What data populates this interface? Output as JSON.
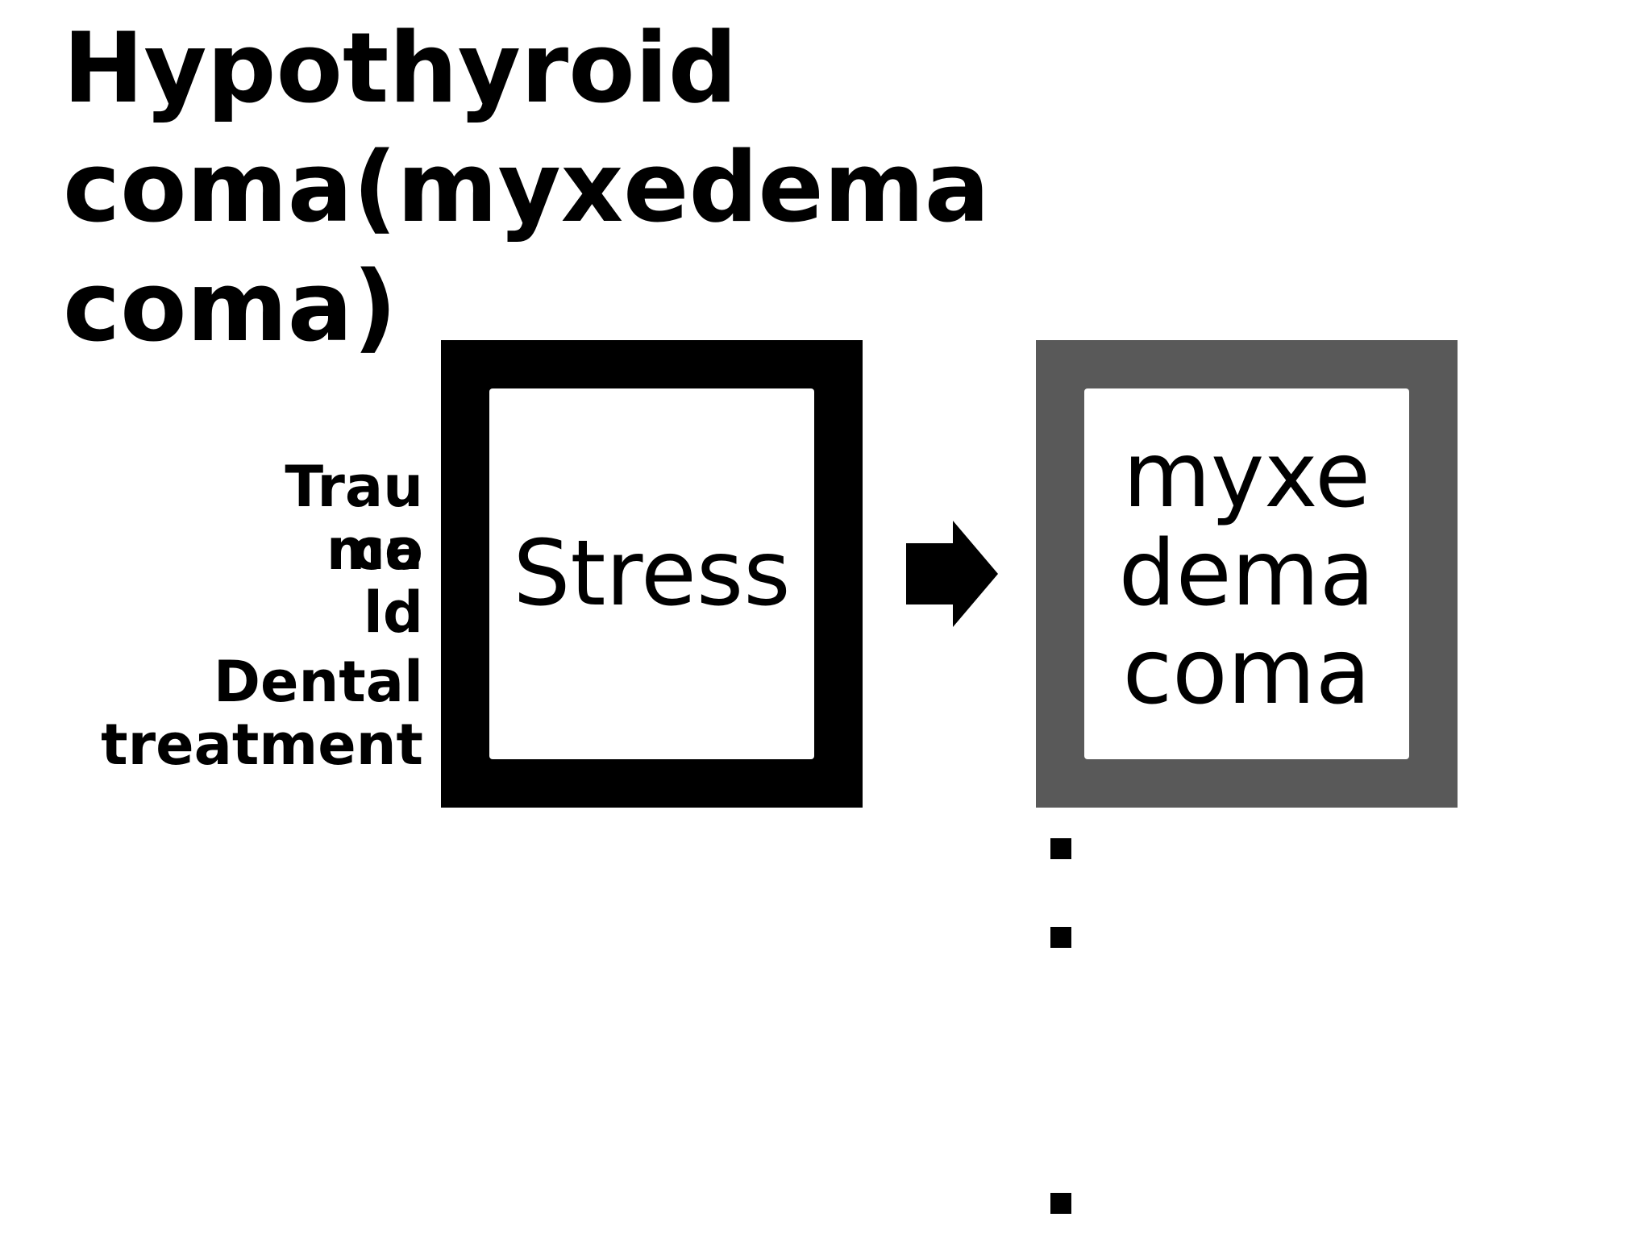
{
  "title": {
    "line1": "Hypothyroid",
    "line2": "coma(myxedema",
    "line3": "coma)"
  },
  "causes": {
    "trauma": [
      "Trau",
      "ma"
    ],
    "cold": [
      "co",
      "ld"
    ],
    "dental": [
      "Dental",
      "treatment"
    ]
  },
  "stress_box": {
    "label": "Stress",
    "border_color": "#000000"
  },
  "arrow": {
    "icon": "right-arrow-icon",
    "color": "#000000"
  },
  "myxedema_box": {
    "label": [
      "myxe",
      "dema",
      "coma"
    ],
    "border_color": "#595959"
  },
  "bullets": [
    "square-bullet",
    "square-bullet",
    "square-bullet"
  ]
}
